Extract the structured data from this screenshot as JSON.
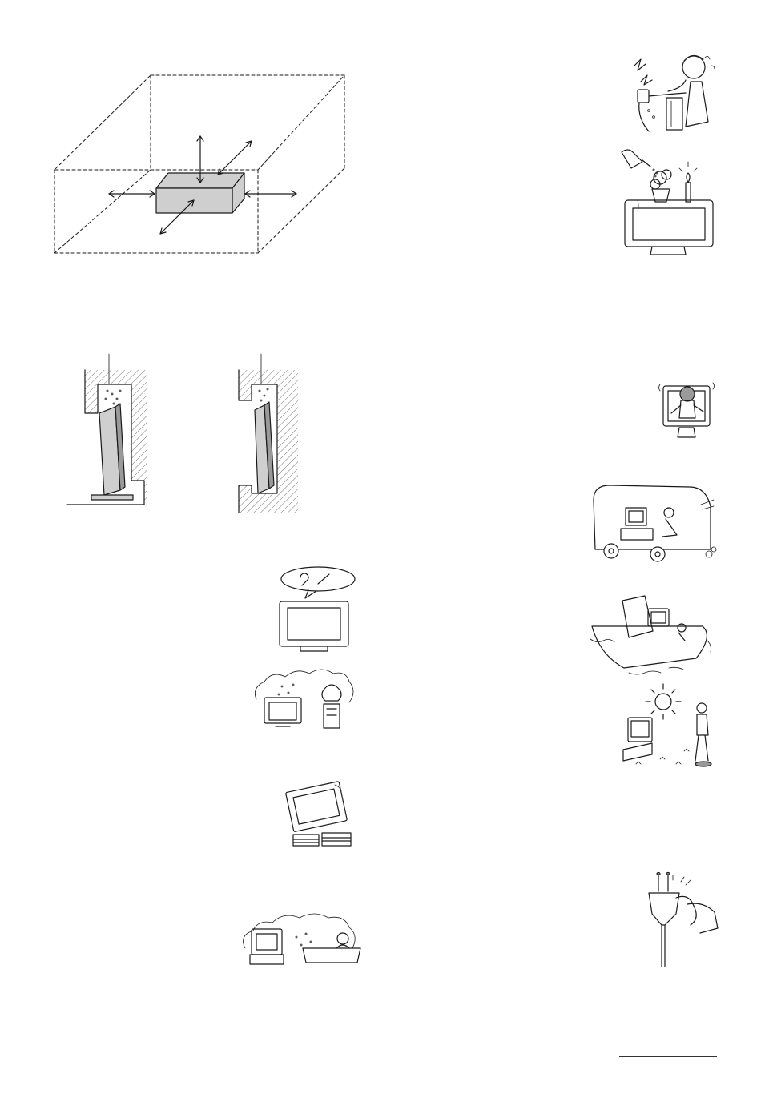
{
  "figures": {
    "ventilation_box": {
      "icon": "ventilation-clearance-diagram"
    },
    "wall_mount_left": {
      "icon": "tv-in-wall-recess-stand"
    },
    "wall_mount_right": {
      "icon": "tv-in-wall-recess-mounted"
    },
    "no_objects": {
      "icon": "tv-no-objects-icon"
    },
    "dust_smoke": {
      "icon": "tv-smoke-steam-icon"
    },
    "unstable_surface": {
      "icon": "tv-unstable-surface-icon"
    },
    "bathroom": {
      "icon": "tv-bathroom-humidity-icon"
    },
    "wet_hands": {
      "icon": "wet-hands-plug-shock-icon"
    },
    "water_vase_candle": {
      "icon": "tv-water-candle-icon"
    },
    "child_climbing": {
      "icon": "child-on-tv-icon"
    },
    "vehicle": {
      "icon": "tv-in-vehicle-icon"
    },
    "ship": {
      "icon": "tv-on-boat-icon"
    },
    "sunlight": {
      "icon": "tv-direct-sunlight-icon"
    },
    "plug_cleaning": {
      "icon": "clean-plug-icon"
    }
  },
  "footer_rule": true
}
